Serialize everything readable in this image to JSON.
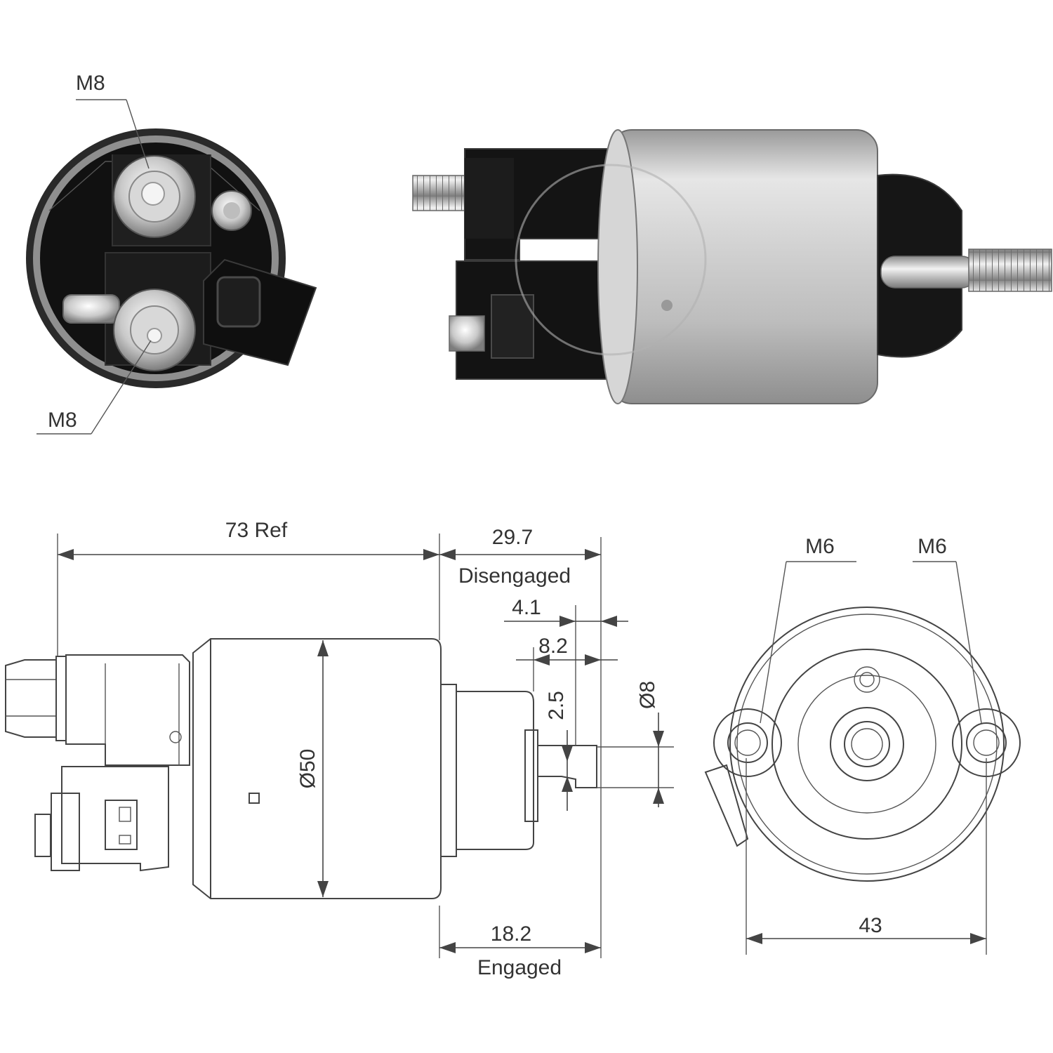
{
  "photo_end_view": {
    "labels": [
      "M8",
      "M8"
    ]
  },
  "drawing": {
    "overall_length": "73 Ref",
    "disengaged_length": "29.7",
    "disengaged_caption": "Disengaged",
    "dim_a": "4.1",
    "dim_b": "8.2",
    "dim_c": "2.5",
    "shaft_diameter": "Ø8",
    "body_diameter": "Ø50",
    "engaged_length": "18.2",
    "engaged_caption": "Engaged",
    "thread_left": "M6",
    "thread_right": "M6",
    "mount_spacing": "43"
  },
  "colors": {
    "line": "#444444",
    "housing_dark": "#1a1a1a",
    "housing_metal": "#c8c8c8"
  }
}
